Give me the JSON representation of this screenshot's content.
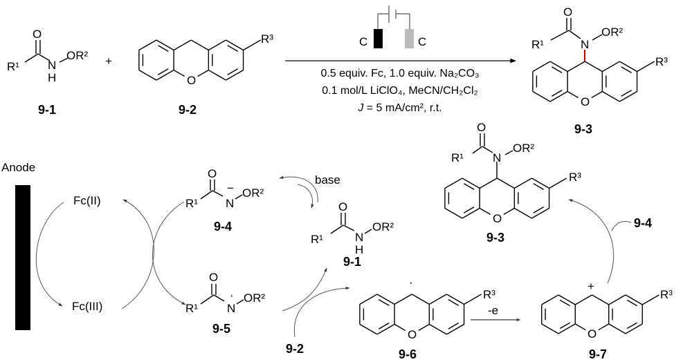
{
  "reaction": {
    "reactant_1": {
      "id": "9-1",
      "r1": "R¹",
      "o": "O",
      "n": "N",
      "h": "H",
      "or2": "OR²"
    },
    "plus": "+",
    "reactant_2": {
      "id": "9-2",
      "o": "O",
      "r3": "R³"
    },
    "electrodes": {
      "left": "C",
      "right": "C",
      "anode_color": "#000000",
      "cathode_color": "#bbbbbb"
    },
    "conditions": {
      "line1": "0.5 equiv. Fc, 1.0 equiv. Na₂CO₃",
      "line2": "0.1 mol/L LiClO₄, MeCN/CH₂Cl₂",
      "line3_italic": "J",
      "line3_rest": " = 5 mA/cm², r.t."
    },
    "product": {
      "id": "9-3",
      "r1": "R¹",
      "o": "O",
      "n": "N",
      "or2": "OR²",
      "ring_o": "O",
      "r3": "R³",
      "highlight_bond_color": "#e00000"
    }
  },
  "mechanism": {
    "anode_label": "Anode",
    "fc2": "Fc(II)",
    "fc3": "Fc(III)",
    "base_label": "base",
    "ox_label": "-e",
    "int_9_4": {
      "id": "9-4",
      "r1": "R¹",
      "o": "O",
      "n": "N",
      "charge": "−",
      "or2": "OR²"
    },
    "int_9_5": {
      "id": "9-5",
      "r1": "R¹",
      "o": "O",
      "n": "N",
      "radical": "·",
      "or2": "OR²"
    },
    "sm_9_1": {
      "id": "9-1",
      "r1": "R¹",
      "o": "O",
      "n": "N",
      "h": "H",
      "or2": "OR²"
    },
    "sm_9_2_label": "9-2",
    "prod_9_3": {
      "id": "9-3",
      "r1": "R¹",
      "o": "O",
      "n": "N",
      "or2": "OR²",
      "ring_o": "O",
      "r3": "R³"
    },
    "int_9_6": {
      "id": "9-6",
      "radical": "·",
      "ring_o": "O",
      "r3": "R³"
    },
    "int_9_7": {
      "id": "9-7",
      "charge": "+",
      "ring_o": "O",
      "r3": "R³"
    },
    "side_9_4_label": "9-4"
  }
}
